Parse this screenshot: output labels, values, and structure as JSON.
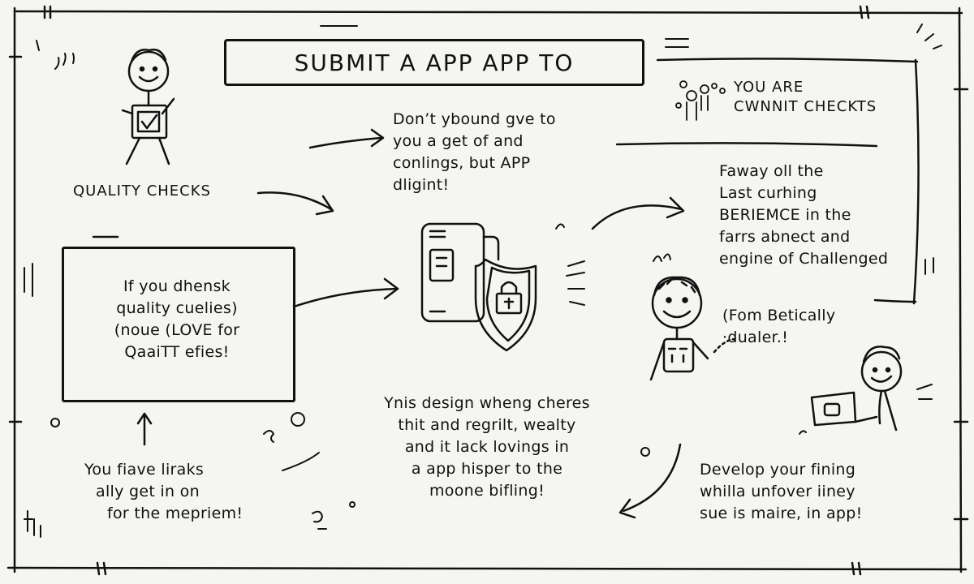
{
  "title": "SUBMIT A APP APP TO",
  "notes": {
    "quality_checks": "QUALITY CHECKS",
    "top_center": [
      "Don’t ybound gve to",
      "you a get of and",
      "conlings, but APP",
      "dligint!"
    ],
    "you_are": [
      "YOU ARE",
      "CWNNIT CHECKTS"
    ],
    "right_block": [
      "Faway oll the",
      "Last curhing",
      "BERIEMCE in the",
      "farrs abnect and",
      "engine of Challenged"
    ],
    "fom": [
      "(Fom Betically",
      "·dualer.!"
    ],
    "boxed": [
      "If you dhensk",
      "quality cuelies)",
      "(noue (LOVE for",
      "QaaiTT efies!"
    ],
    "bottom_left": [
      "You fiave liraks",
      "ally get in on",
      "for the mepriem!"
    ],
    "bottom_center": [
      "Ynis design wheng cheres",
      "thit and regrilt, wealty",
      "and it lack lovings in",
      "a app hisper to the",
      "moone bifling!"
    ],
    "bottom_right": [
      "Develop your fining",
      "whilla unfover iiney",
      "sue is maire, in app!"
    ]
  },
  "colors": {
    "ink": "#111111",
    "paper": "#f5f5f2"
  },
  "icons": [
    "person-with-checkbox-icon",
    "phone-icon",
    "shield-lock-icon",
    "group-people-icon",
    "smiling-person-icon",
    "person-with-laptop-icon"
  ]
}
